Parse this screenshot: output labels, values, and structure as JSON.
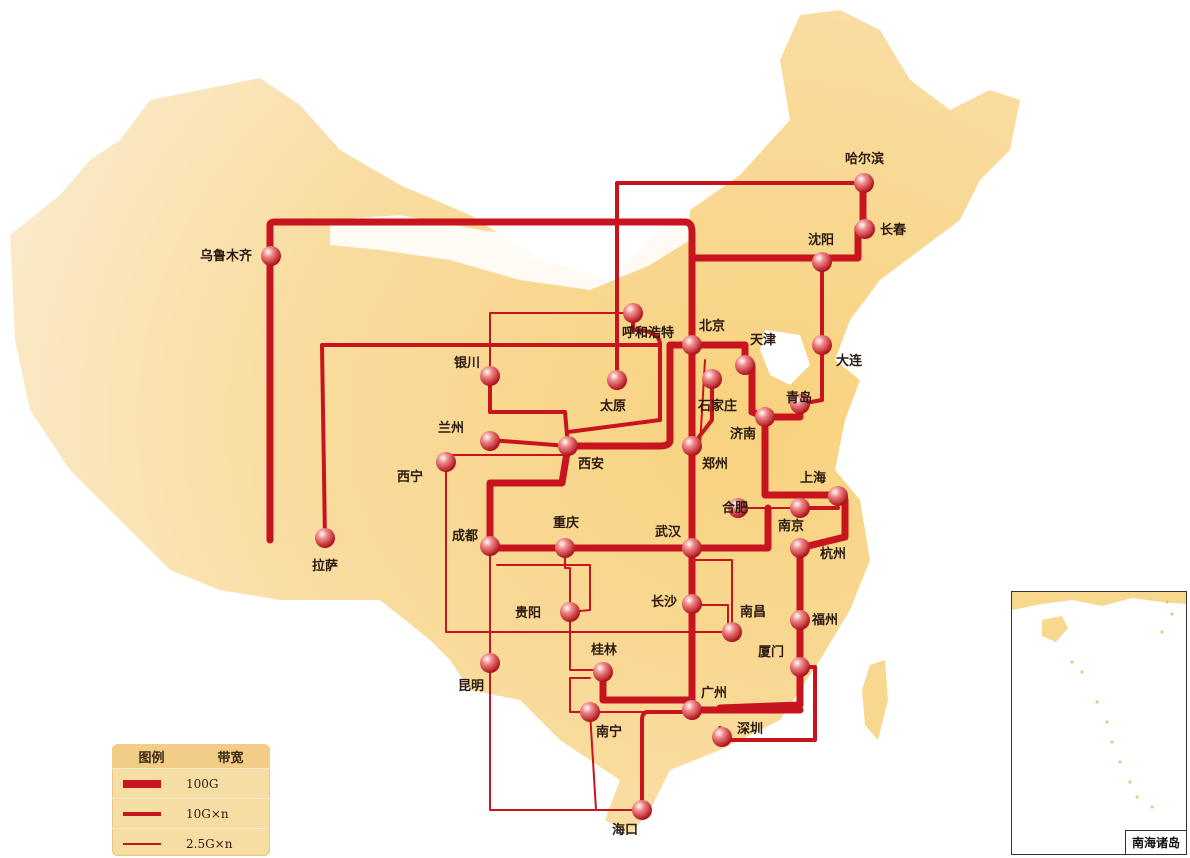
{
  "map": {
    "land_color": "#f8d88e",
    "line_color": "#c8141f",
    "cities": [
      {
        "id": "urumqi",
        "label": "乌鲁木齐"
      },
      {
        "id": "lhasa",
        "label": "拉萨"
      },
      {
        "id": "harbin",
        "label": "哈尔滨"
      },
      {
        "id": "changchun",
        "label": "长春"
      },
      {
        "id": "shenyang",
        "label": "沈阳"
      },
      {
        "id": "dalian",
        "label": "大连"
      },
      {
        "id": "hohhot",
        "label": "呼和浩特"
      },
      {
        "id": "beijing",
        "label": "北京"
      },
      {
        "id": "tianjin",
        "label": "天津"
      },
      {
        "id": "taiyuan",
        "label": "太原"
      },
      {
        "id": "shijiazhuang",
        "label": "石家庄"
      },
      {
        "id": "yinchuan",
        "label": "银川"
      },
      {
        "id": "qingdao",
        "label": "青岛"
      },
      {
        "id": "jinan",
        "label": "济南"
      },
      {
        "id": "lanzhou",
        "label": "兰州"
      },
      {
        "id": "xining",
        "label": "西宁"
      },
      {
        "id": "xian",
        "label": "西安"
      },
      {
        "id": "zhengzhou",
        "label": "郑州"
      },
      {
        "id": "shanghai",
        "label": "上海"
      },
      {
        "id": "hefei",
        "label": "合肥"
      },
      {
        "id": "nanjing",
        "label": "南京"
      },
      {
        "id": "hangzhou",
        "label": "杭州"
      },
      {
        "id": "chengdu",
        "label": "成都"
      },
      {
        "id": "chongqing",
        "label": "重庆"
      },
      {
        "id": "wuhan",
        "label": "武汉"
      },
      {
        "id": "changsha",
        "label": "长沙"
      },
      {
        "id": "nanchang",
        "label": "南昌"
      },
      {
        "id": "guiyang",
        "label": "贵阳"
      },
      {
        "id": "fuzhou",
        "label": "福州"
      },
      {
        "id": "xiamen",
        "label": "厦门"
      },
      {
        "id": "kunming",
        "label": "昆明"
      },
      {
        "id": "guilin",
        "label": "桂林"
      },
      {
        "id": "guangzhou",
        "label": "广州"
      },
      {
        "id": "nanning",
        "label": "南宁"
      },
      {
        "id": "shenzhen",
        "label": "深圳"
      },
      {
        "id": "haikou",
        "label": "海口"
      }
    ]
  },
  "legend": {
    "header_col1": "图例",
    "header_col2": "带宽",
    "rows": [
      {
        "label": "100G"
      },
      {
        "label": "10G×n"
      },
      {
        "label": "2.5G×n"
      }
    ]
  },
  "inset": {
    "label": "南海诸岛"
  }
}
